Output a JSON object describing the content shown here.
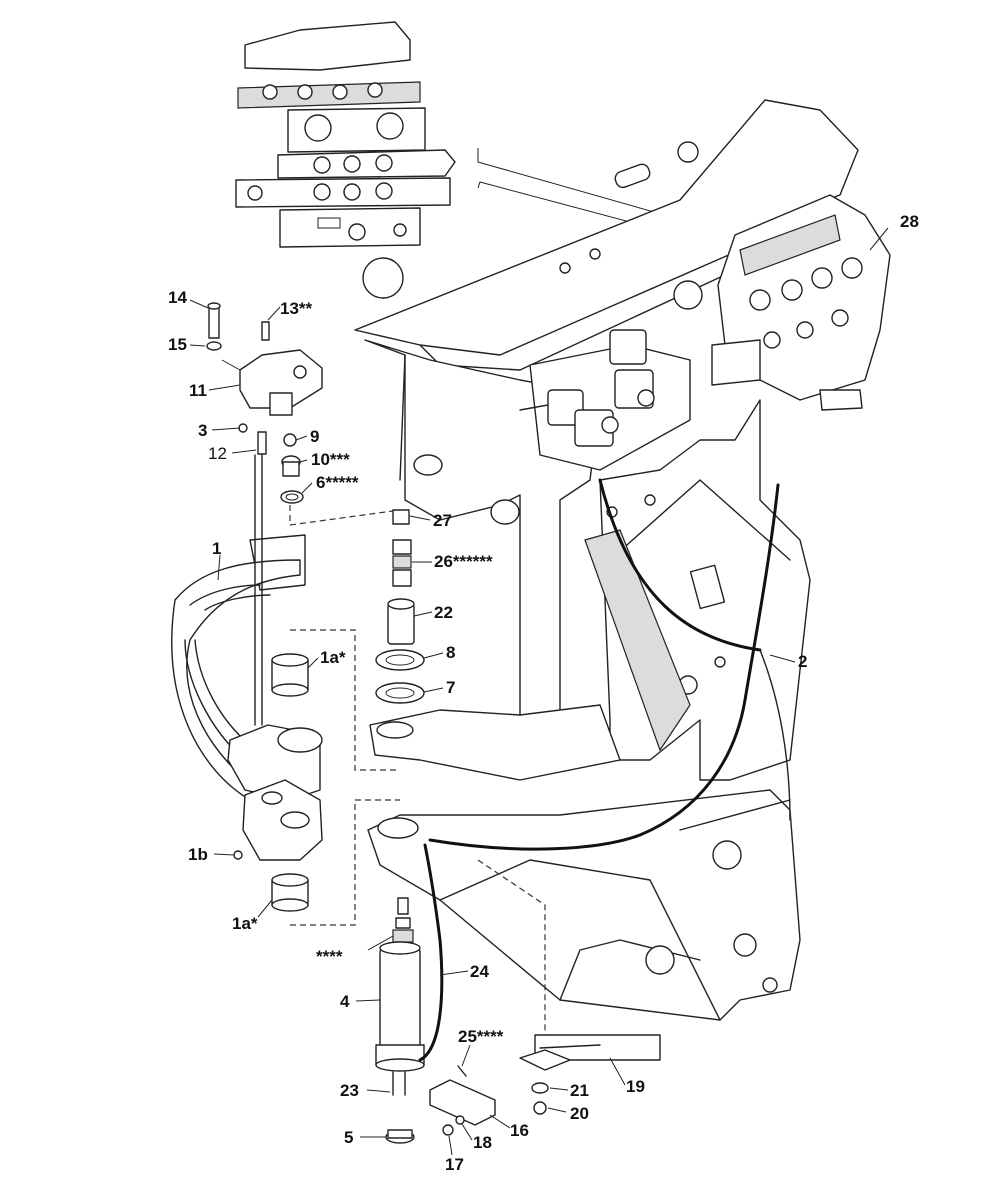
{
  "diagram": {
    "labels": {
      "l28": "28",
      "l14": "14",
      "l13": "13**",
      "l15": "15",
      "l11": "11",
      "l3": "3",
      "l9": "9",
      "l12": "12",
      "l10": "10***",
      "l6": "6*****",
      "l27": "27",
      "l1": "1",
      "l26": "26******",
      "l22": "22",
      "l1a_top": "1a*",
      "l8": "8",
      "l2": "2",
      "l7": "7",
      "l1b": "1b",
      "l1a_bottom": "1a*",
      "l_stars": "****",
      "l24": "24",
      "l4": "4",
      "l25": "25****",
      "l19": "19",
      "l23": "23",
      "l21": "21",
      "l20": "20",
      "l16": "16",
      "l5": "5",
      "l18": "18",
      "l17": "17"
    }
  }
}
